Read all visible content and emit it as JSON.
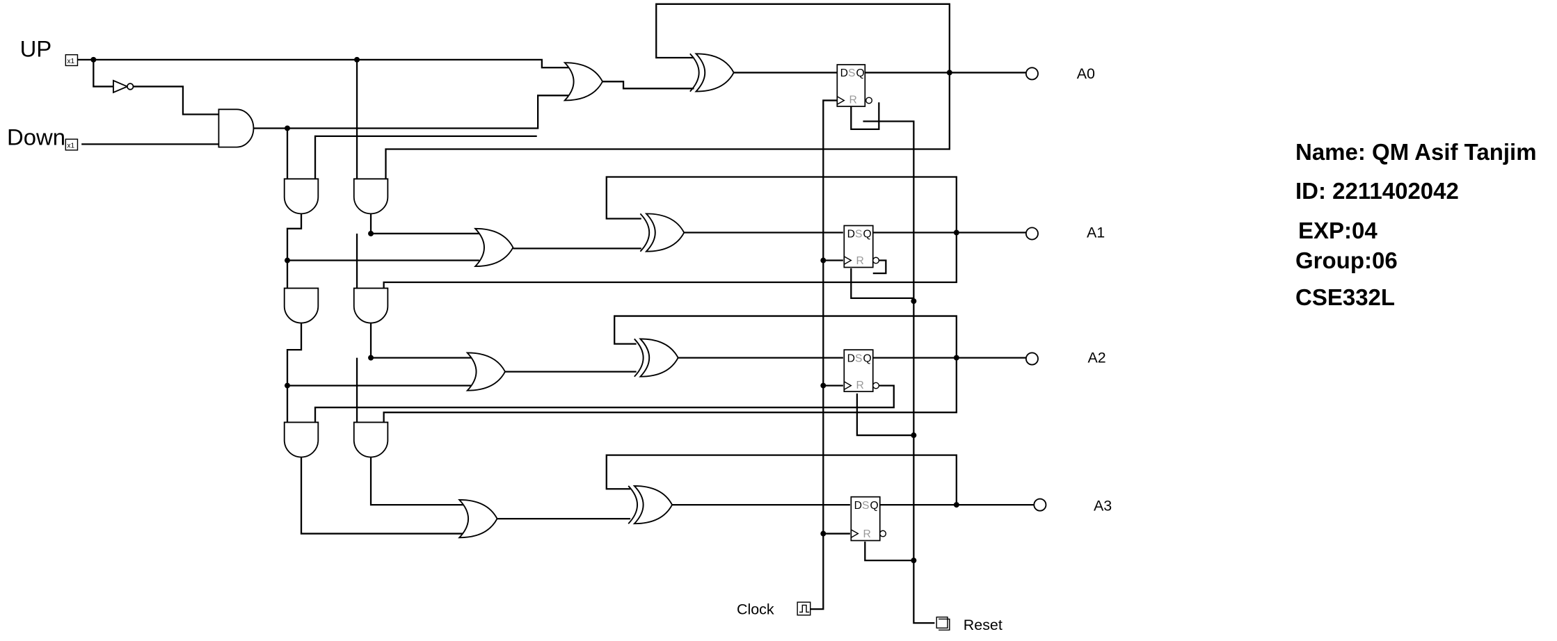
{
  "inputs": {
    "up": {
      "label": "UP",
      "pin_text": "x1"
    },
    "down": {
      "label": "Down",
      "pin_text": "x1"
    },
    "clock": {
      "label": "Clock"
    },
    "reset": {
      "label": "Reset"
    }
  },
  "outputs": [
    {
      "label": "A0"
    },
    {
      "label": "A1"
    },
    {
      "label": "A2"
    },
    {
      "label": "A3"
    }
  ],
  "flipflop": {
    "d": "D",
    "s": "S",
    "q": "Q",
    "r": "R"
  },
  "info": {
    "name": "Name: QM Asif Tanjim",
    "id": "ID: 2211402042",
    "exp": "EXP:04",
    "group": "Group:06",
    "course": "CSE332L"
  }
}
